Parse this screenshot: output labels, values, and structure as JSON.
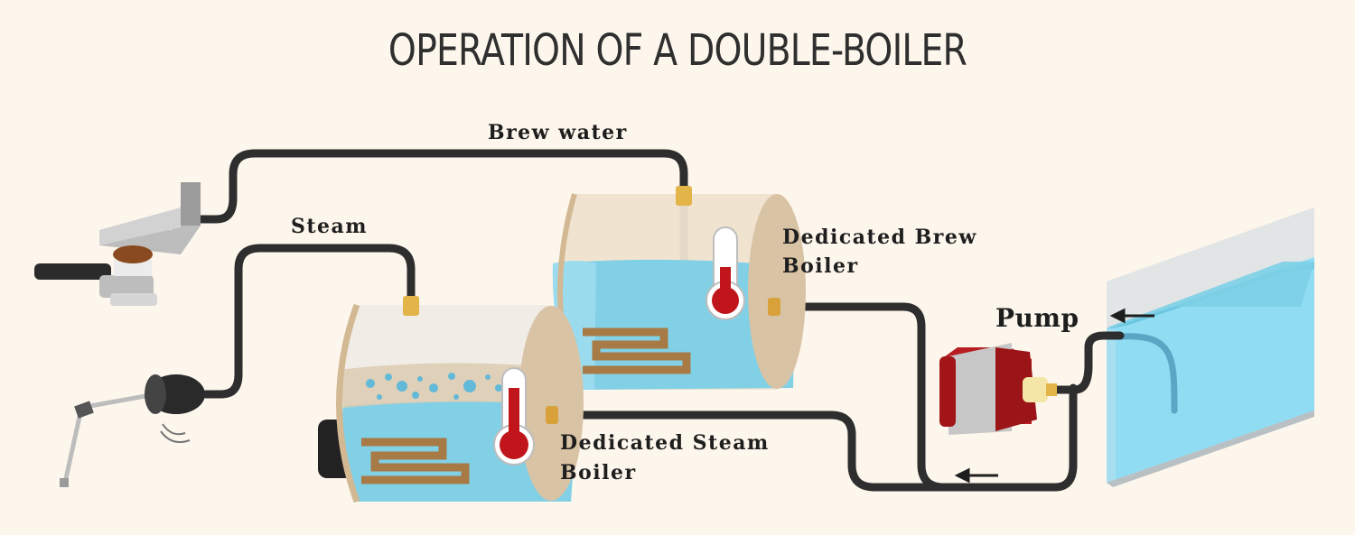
{
  "title": "OPERATION OF A DOUBLE-BOILER",
  "labels": {
    "brew_water": "Brew water",
    "steam": "Steam",
    "brew_boiler_line1": "Dedicated Brew",
    "brew_boiler_line2": "Boiler",
    "steam_boiler_line1": "Dedicated Steam",
    "steam_boiler_line2": "Boiler",
    "pump": "Pump"
  },
  "colors": {
    "background": "#fdf6ec",
    "pipe": "#2e2e2e",
    "water": "#7fd0e8",
    "boiler_shell": "#d9c3a5",
    "heating_coil": "#a87a45",
    "thermometer_red": "#c0161b",
    "pump_red": "#b81d22",
    "fitting": "#e3b448"
  }
}
